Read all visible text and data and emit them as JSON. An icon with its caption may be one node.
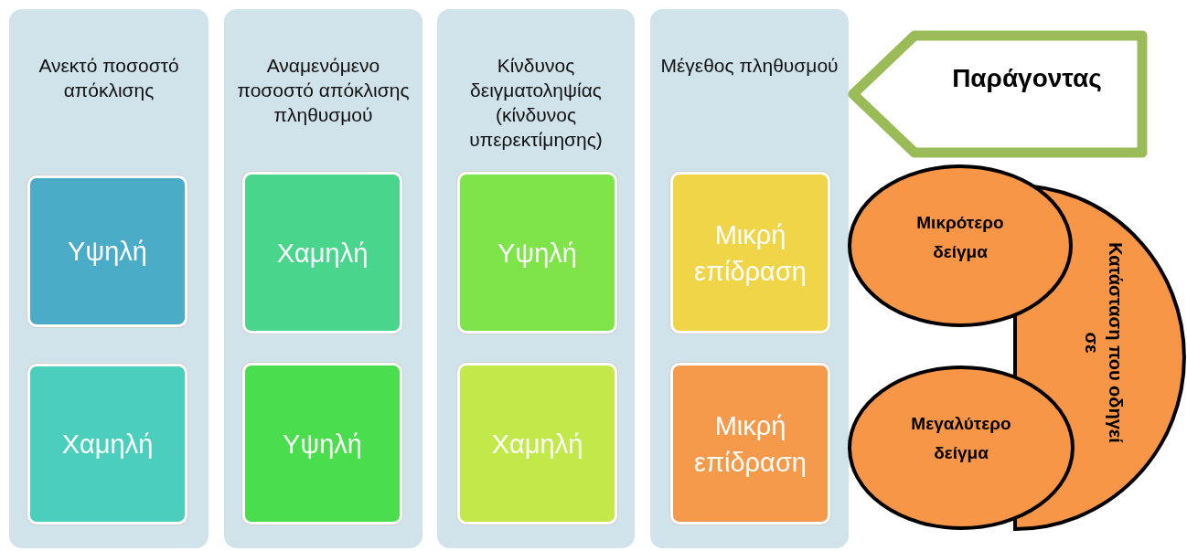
{
  "diagram": {
    "nodes": [
      {
        "text": [
          "Ανεκτό ποσοστό απόκλισης"
        ]
      },
      {
        "text": [
          "Υψηλή"
        ],
        "in": 0
      },
      {
        "text": [
          "Χαμηλή"
        ],
        "in": 0
      },
      {
        "text": [
          "Αναμενόμενο ποσοστό απόκλισης πληθυσμού"
        ]
      },
      {
        "text": [
          "Χαμηλή"
        ],
        "in": 3
      },
      {
        "text": [
          "Υψηλή"
        ],
        "in": 3
      },
      {
        "text": [
          "Κίνδυνος δειγματοληψίας (κίνδυνος υπερεκτίμησης)"
        ]
      },
      {
        "text": [
          "Υψηλή"
        ],
        "in": 6
      },
      {
        "text": [
          "Χαμηλή"
        ],
        "in": 6
      },
      {
        "text": [
          "Μέγεθος πληθυσμού"
        ]
      },
      {
        "text": [
          "Μικρή επίδραση"
        ],
        "in": 9
      },
      {
        "text": [
          "Μικρή επίδραση"
        ],
        "in": 9
      },
      {
        "text": [
          "Παράγοντας"
        ]
      },
      {
        "text": [
          "Κατάσταση που οδηγεί σε"
        ]
      },
      {
        "text": [
          "Μικρότερο δείγμα"
        ]
      },
      {
        "text": [
          "Μεγαλύτερο δείγμα"
        ]
      }
    ]
  }
}
